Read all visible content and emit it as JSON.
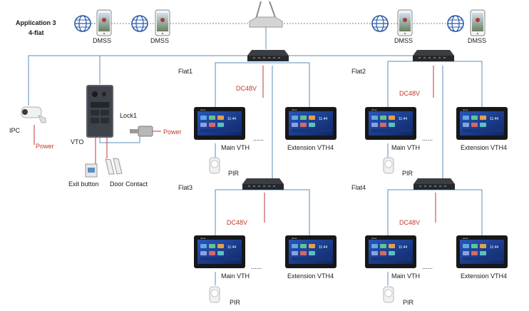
{
  "header": {
    "title_line1": "Application 3",
    "title_line2": "4-flat"
  },
  "dmss_label": "DMSS",
  "labels": {
    "ipc": "IPC",
    "vto": "VTO",
    "lock": "Lock1",
    "power": "Power",
    "exit_button": "Exit button",
    "door_contact": "Door Contact",
    "dc48v": "DC48V",
    "main_vth": "Main VTH",
    "extension_vth": "Extension VTH4",
    "pir": "PIR",
    "ellipsis": "......"
  },
  "flats": [
    "Flat1",
    "Flat2",
    "Flat3",
    "Flat4"
  ],
  "colors": {
    "line": "#5b8db8",
    "power": "#c0392b",
    "device": "#2f3238",
    "screen": "#1c3c8c"
  }
}
